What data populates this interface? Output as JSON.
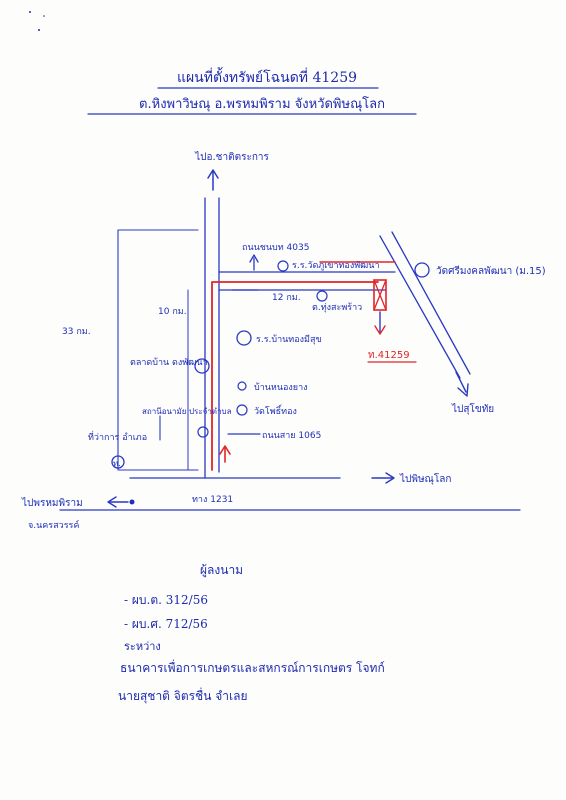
{
  "header": {
    "title": "แผนที่ตั้งทรัพย์โฉนดที่ 41259",
    "location_line": "ต.หิงพาวิษณุ อ.พรหมพิราม จังหวัดพิษณุโลก"
  },
  "map": {
    "label_north_road": "ไปอ.ชาติตระการ",
    "label_temple": "วัดศรีมงคลพัฒนา (ม.15)",
    "label_road_upper": "ถนนชนบท 4035",
    "label_school_top": "ร.ร.วัดภูเขาทองพัฒนา",
    "label_12km": "12 กม.",
    "label_junction": "ต.ทุ่งสะพร้าว",
    "label_10km": "10 กม.",
    "label_school_mid": "ร.ร.บ้านทองมีสุข",
    "label_parcel": "ท.41259",
    "label_33km": "33 กม.",
    "label_market": "ตลาดบ้าน ดงพัฒนา",
    "label_village_a": "บ้านหนองยาง",
    "label_village_b": "วัดโพธิ์ทอง",
    "label_health": "สถานีอนามัย ประจำตำบล",
    "label_road_lower": "ถนนสาย 1065",
    "label_district": "ที่ว่าการ อำเภอ",
    "label_sa": "ท.",
    "label_right_bottom": "ไปพิษณุโลก",
    "label_right_diag": "ไปสุโขทัย",
    "label_left_bottom": "ไปพรหมพิราม",
    "label_road_1231": "ทาง 1231",
    "label_sub_left": "จ.นครสวรรค์"
  },
  "notes": {
    "heading": "ผู้ลงนาม",
    "line1": "- ผบ.ต. 312/56",
    "line2": "- ผบ.ศ. 712/56",
    "line3": "ระหว่าง",
    "line4": "ธนาคารเพื่อการเกษตรและสหกรณ์การเกษตร โจทก์",
    "line5": "นายสุชาติ จิตรชื่น จำเลย"
  },
  "colors": {
    "ink": "#1f2fb8",
    "red": "#e0262a",
    "paper": "#fdfdfb"
  },
  "icons": [
    "north-arrow-icon",
    "circle-marker-icon",
    "arrow-icon",
    "dot-marker-icon"
  ]
}
